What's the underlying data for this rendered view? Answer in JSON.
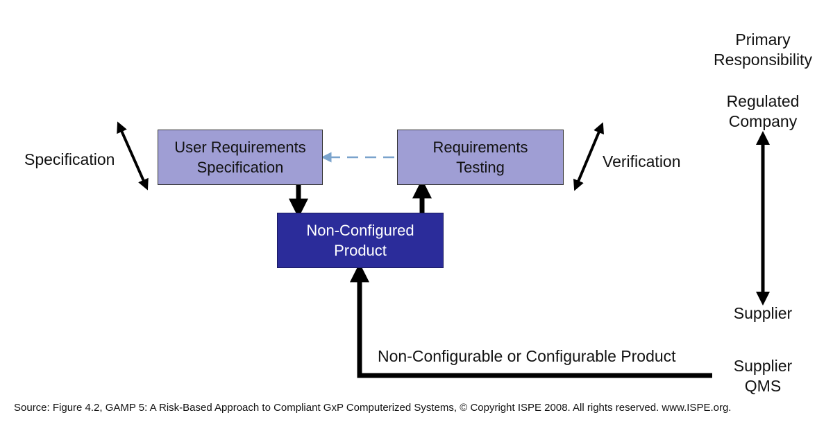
{
  "boxes": {
    "urs": {
      "line1": "User Requirements",
      "line2": "Specification"
    },
    "testing": {
      "line1": "Requirements",
      "line2": "Testing"
    },
    "product": {
      "line1": "Non-Configured",
      "line2": "Product"
    }
  },
  "labels": {
    "specification": "Specification",
    "verification": "Verification",
    "primary_responsibility": {
      "line1": "Primary",
      "line2": "Responsibility"
    },
    "regulated_company": {
      "line1": "Regulated",
      "line2": "Company"
    },
    "supplier": "Supplier",
    "supplier_qms": {
      "line1": "Supplier",
      "line2": "QMS"
    },
    "product_flow": "Non-Configurable or Configurable Product"
  },
  "footer": "Source: Figure 4.2, GAMP 5: A Risk-Based Approach to Compliant GxP Computerized Systems, © Copyright ISPE 2008. All rights reserved. www.ISPE.org.",
  "colors": {
    "box_light": "#9f9ed4",
    "box_dark": "#2b2c9a",
    "dashed_arrow": "#7aa3cc",
    "arrow": "#000000"
  }
}
